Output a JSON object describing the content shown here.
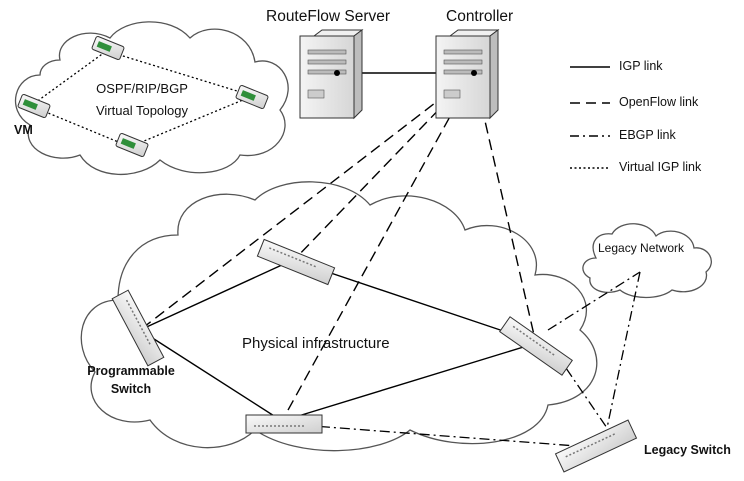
{
  "labels": {
    "routeflow_server": "RouteFlow Server",
    "controller": "Controller",
    "vm": "VM",
    "virtual_topology_line1": "OSPF/RIP/BGP",
    "virtual_topology_line2": "Virtual Topology",
    "legacy_network": "Legacy Network",
    "physical_infrastructure": "Physical infrastructure",
    "programmable_switch_line1": "Programmable",
    "programmable_switch_line2": "Switch",
    "legacy_switch": "Legacy Switch"
  },
  "legend": [
    {
      "label": "IGP link",
      "style": "solid"
    },
    {
      "label": "OpenFlow link",
      "style": "dashed"
    },
    {
      "label": "EBGP link",
      "style": "dashdot"
    },
    {
      "label": "Virtual IGP link",
      "style": "dotted"
    }
  ],
  "colors": {
    "line": "#000000",
    "device_body": "#e8e8e8",
    "device_shade": "#b8b8b8",
    "vm_accent": "#2f8f3a",
    "cloud_fill": "#ffffff",
    "cloud_stroke": "#555555"
  }
}
